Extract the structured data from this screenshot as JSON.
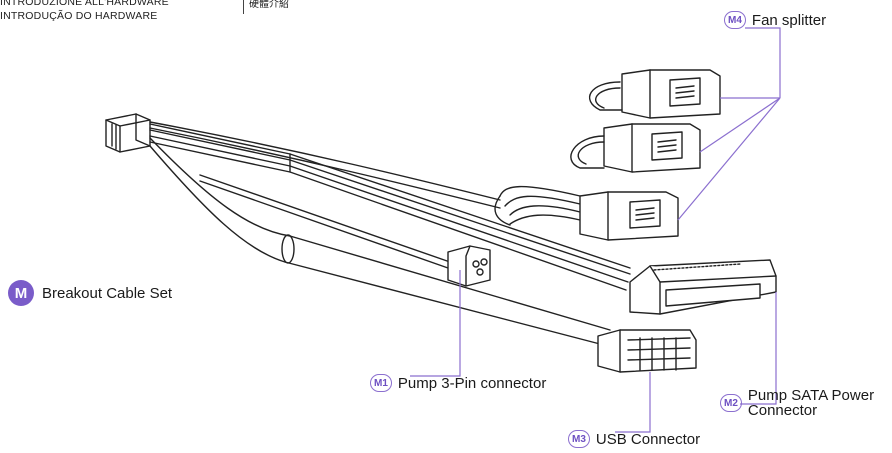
{
  "header": {
    "line1": "INTRODUZIONE ALL'HARDWARE",
    "line2": "INTRODUÇÃO DO HARDWARE",
    "cjk": "硬體介紹"
  },
  "callouts": {
    "main": {
      "badge": "M",
      "label": "Breakout Cable Set"
    },
    "m1": {
      "badge": "M1",
      "label": "Pump 3-Pin connector"
    },
    "m2": {
      "badge": "M2",
      "label": "Pump SATA Power Connector"
    },
    "m3": {
      "badge": "M3",
      "label": "USB Connector"
    },
    "m4": {
      "badge": "M4",
      "label": "Fan splitter"
    }
  },
  "colors": {
    "accent": "#7a5cc9",
    "badge_outline": "#8b6fcf",
    "line": "#222222",
    "leader": "#8b6fcf"
  }
}
